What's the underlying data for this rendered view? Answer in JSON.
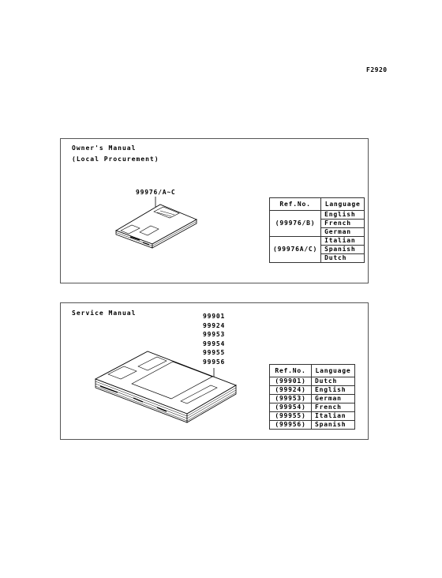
{
  "figure_code": "F2920",
  "owners_panel": {
    "title_line1": "Owner's Manual",
    "title_line2": "(Local Procurement)",
    "part_label": "99976/A~C",
    "table": {
      "head_ref": "Ref.No.",
      "head_lang": "Language",
      "groups": [
        {
          "ref": "(99976/B)",
          "languages": [
            "English",
            "French",
            "German"
          ]
        },
        {
          "ref": "(99976A/C)",
          "languages": [
            "Italian",
            "Spanish",
            "Dutch"
          ]
        }
      ]
    }
  },
  "service_panel": {
    "title": "Service Manual",
    "part_numbers": [
      "99901",
      "99924",
      "99953",
      "99954",
      "99955",
      "99956"
    ],
    "table": {
      "head_ref": "Ref.No.",
      "head_lang": "Language",
      "rows": [
        {
          "ref": "(99901)",
          "lang": "Dutch"
        },
        {
          "ref": "(99924)",
          "lang": "English"
        },
        {
          "ref": "(99953)",
          "lang": "German"
        },
        {
          "ref": "(99954)",
          "lang": "French"
        },
        {
          "ref": "(99955)",
          "lang": "Italian"
        },
        {
          "ref": "(99956)",
          "lang": "Spanish"
        }
      ]
    }
  }
}
